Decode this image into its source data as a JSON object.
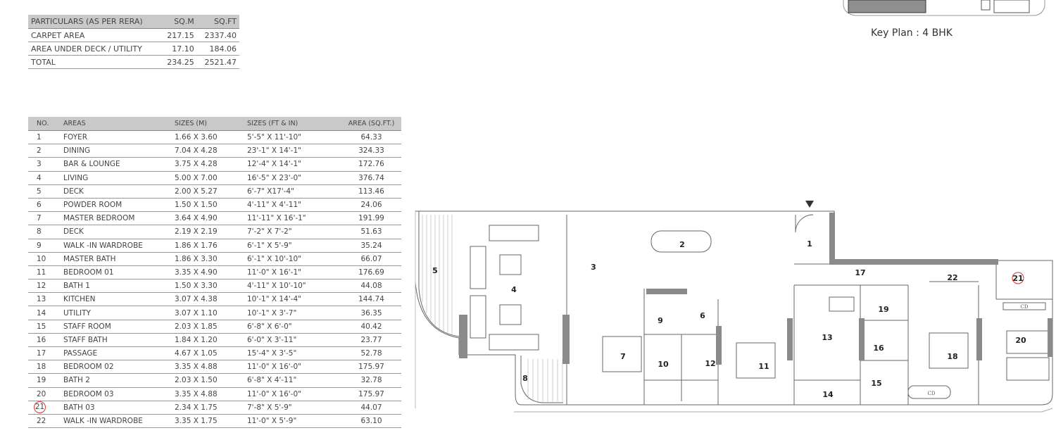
{
  "summary_table": {
    "headers": [
      "PARTICULARS (AS PER RERA)",
      "SQ.M",
      "SQ.FT"
    ],
    "rows": [
      [
        "CARPET AREA",
        "217.15",
        "2337.40"
      ],
      [
        "AREA UNDER DECK / UTILITY",
        "17.10",
        "184.06"
      ],
      [
        "TOTAL",
        "234.25",
        "2521.47"
      ]
    ]
  },
  "areas_table": {
    "headers": [
      "NO.",
      "AREAS",
      "SIZES (M)",
      "SIZES (FT & IN)",
      "AREA (SQ.FT.)"
    ],
    "highlighted_no": "21",
    "rows": [
      [
        "1",
        "FOYER",
        "1.66 X 3.60",
        "5'-5\" X 11'-10\"",
        "64.33"
      ],
      [
        "2",
        "DINING",
        "7.04 X 4.28",
        "23'-1\" X 14'-1\"",
        "324.33"
      ],
      [
        "3",
        "BAR & LOUNGE",
        "3.75 X 4.28",
        "12'-4\" X 14'-1\"",
        "172.76"
      ],
      [
        "4",
        "LIVING",
        "5.00 X 7.00",
        "16'-5\" X 23'-0\"",
        "376.74"
      ],
      [
        "5",
        "DECK",
        "2.00 X 5.27",
        "6'-7\" X17'-4\"",
        "113.46"
      ],
      [
        "6",
        "POWDER ROOM",
        "1.50 X 1.50",
        "4'-11\" X 4'-11\"",
        "24.06"
      ],
      [
        "7",
        "MASTER BEDROOM",
        "3.64 X 4.90",
        "11'-11\" X 16'-1\"",
        "191.99"
      ],
      [
        "8",
        "DECK",
        "2.19 X 2.19",
        "7'-2\" X 7'-2\"",
        "51.63"
      ],
      [
        "9",
        "WALK -IN WARDROBE",
        "1.86 X 1.76",
        "6'-1\" X 5'-9\"",
        "35.24"
      ],
      [
        "10",
        "MASTER BATH",
        "1.86 X 3.30",
        "6'-1\" X 10'-10\"",
        "66.07"
      ],
      [
        "11",
        "BEDROOM 01",
        "3.35 X 4.90",
        "11'-0\" X 16'-1\"",
        "176.69"
      ],
      [
        "12",
        "BATH 1",
        "1.50 X 3.30",
        "4'-11\" X 10'-10\"",
        "44.08"
      ],
      [
        "13",
        "KITCHEN",
        "3.07 X 4.38",
        "10'-1\" X 14'-4\"",
        "144.74"
      ],
      [
        "14",
        "UTILITY",
        "3.07 X 1.10",
        "10'-1\" X 3'-7\"",
        "36.35"
      ],
      [
        "15",
        "STAFF ROOM",
        "2.03 X 1.85",
        "6'-8\" X 6'-0\"",
        "40.42"
      ],
      [
        "16",
        "STAFF BATH",
        "1.84 X 1.20",
        "6'-0\" X 3'-11\"",
        "23.77"
      ],
      [
        "17",
        "PASSAGE",
        "4.67 X 1.05",
        "15'-4\" X 3'-5\"",
        "52.78"
      ],
      [
        "18",
        "BEDROOM 02",
        "3.35 X 4.88",
        "11'-0\" X 16'-0\"",
        "175.97"
      ],
      [
        "19",
        "BATH 2",
        "2.03 X 1.50",
        "6'-8\" X 4'-11\"",
        "32.78"
      ],
      [
        "20",
        "BEDROOM 03",
        "3.35 X 4.88",
        "11'-0\" X 16'-0\"",
        "175.97"
      ],
      [
        "21",
        "BATH 03",
        "2.34 X 1.75",
        "7'-8\" X 5'-9\"",
        "44.07"
      ],
      [
        "22",
        "WALK -IN WARDROBE",
        "3.35 X 1.75",
        "11'-0\" X 5'-9\"",
        "63.10"
      ]
    ]
  },
  "key_plan": {
    "caption": "Key Plan : 4 BHK"
  },
  "floor_plan": {
    "room_numbers": [
      "1",
      "2",
      "3",
      "4",
      "5",
      "6",
      "7",
      "8",
      "9",
      "10",
      "11",
      "12",
      "13",
      "14",
      "15",
      "16",
      "17",
      "18",
      "19",
      "20",
      "21",
      "22"
    ],
    "cd_label": "CD",
    "highlight_color": "#d33333",
    "wall_color": "#8a8a8a"
  }
}
